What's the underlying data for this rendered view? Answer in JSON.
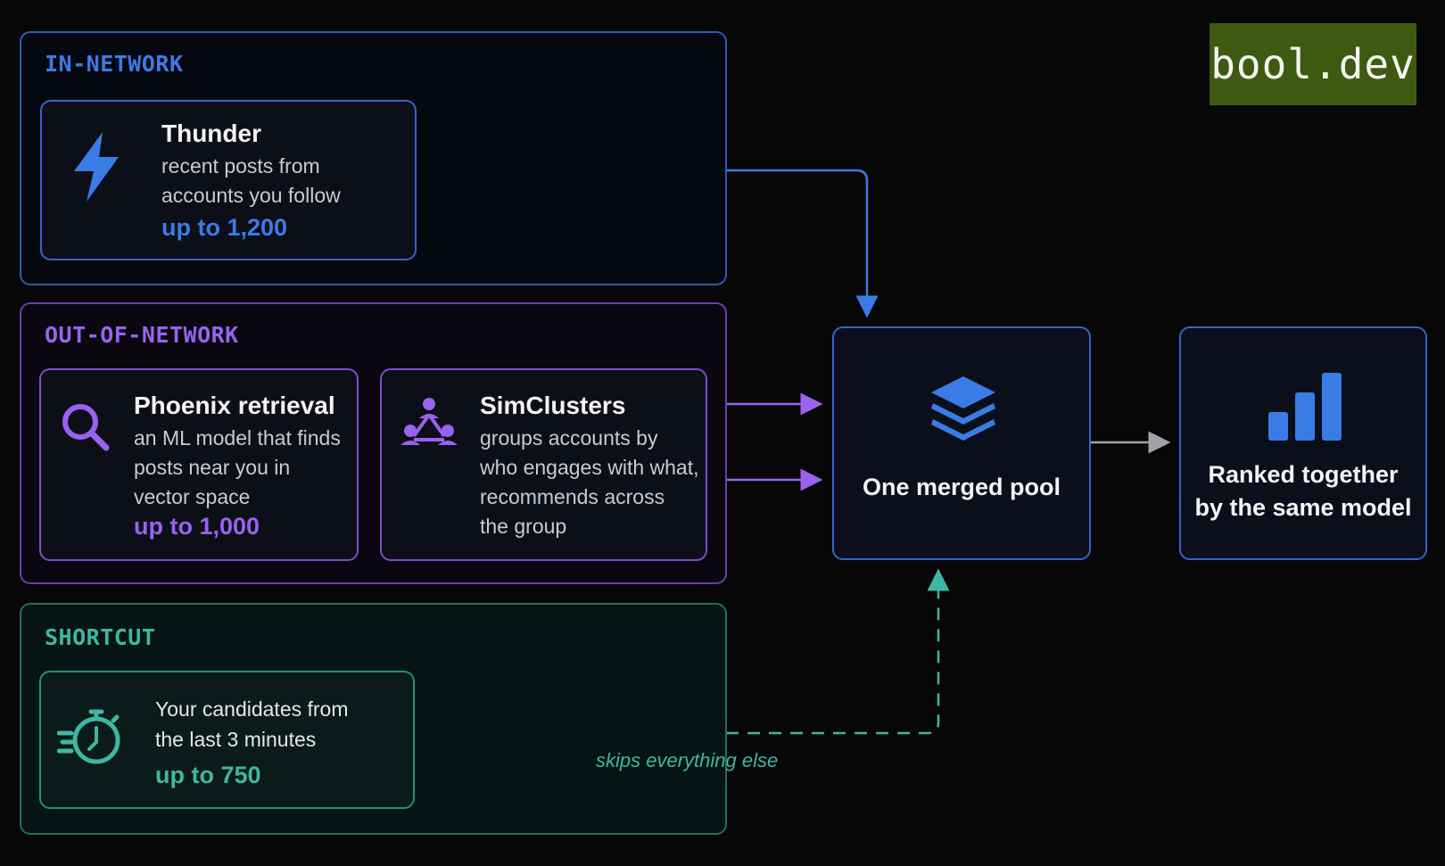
{
  "groups": {
    "in_network": {
      "label": "IN-NETWORK",
      "color": "#3b7be6"
    },
    "out_of_network": {
      "label": "OUT-OF-NETWORK",
      "color": "#9a62ee"
    },
    "shortcut": {
      "label": "SHORTCUT",
      "color": "#3fb6a1"
    }
  },
  "sources": {
    "thunder": {
      "title": "Thunder",
      "desc_lines": [
        "recent posts from",
        "accounts you follow"
      ],
      "count": "up to 1,200",
      "icon": "lightning-icon"
    },
    "phoenix": {
      "title": "Phoenix retrieval",
      "desc_lines": [
        "an ML model that finds",
        "posts near you in",
        "vector space"
      ],
      "count": "up to 1,000",
      "icon": "search-icon"
    },
    "simclusters": {
      "title": "SimClusters",
      "desc_lines": [
        "groups accounts by",
        "who engages with what,",
        "recommends across",
        "the group"
      ],
      "icon": "cluster-icon"
    },
    "recent": {
      "desc_lines": [
        "Your candidates from",
        "the last 3 minutes"
      ],
      "count": "up to 750",
      "icon": "stopwatch-icon"
    }
  },
  "pool": {
    "title": "One merged pool",
    "icon": "layers-icon"
  },
  "ranking": {
    "title_lines": [
      "Ranked together",
      "by the same model"
    ],
    "icon": "bar-chart-icon"
  },
  "skip_note": "skips everything else",
  "logo": "bool.dev",
  "colors": {
    "blue": "#3b7be6",
    "purple": "#9a62ee",
    "teal": "#3fb6a1",
    "gray": "#9a9aa0"
  }
}
